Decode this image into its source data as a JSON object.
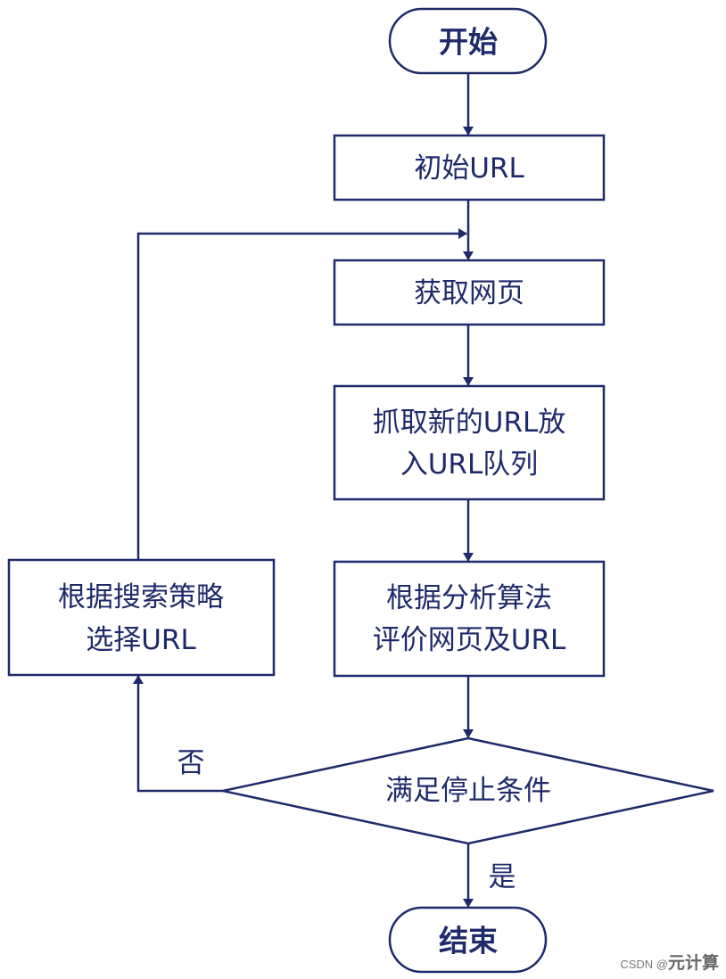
{
  "nodes": {
    "start": "开始",
    "init_url": "初始URL",
    "fetch_page": "获取网页",
    "extract_line1": "抓取新的URL放",
    "extract_line2": "入URL队列",
    "evaluate_line1": "根据分析算法",
    "evaluate_line2": "评价网页及URL",
    "condition": "满足停止条件",
    "select_line1": "根据搜索策略",
    "select_line2": "选择URL",
    "end": "结束"
  },
  "edge_labels": {
    "no": "否",
    "yes": "是"
  },
  "watermark": {
    "prefix": "CSDN @",
    "name": "元计算"
  },
  "colors": {
    "stroke": "#1e2a6a",
    "background": "#ffffff"
  }
}
